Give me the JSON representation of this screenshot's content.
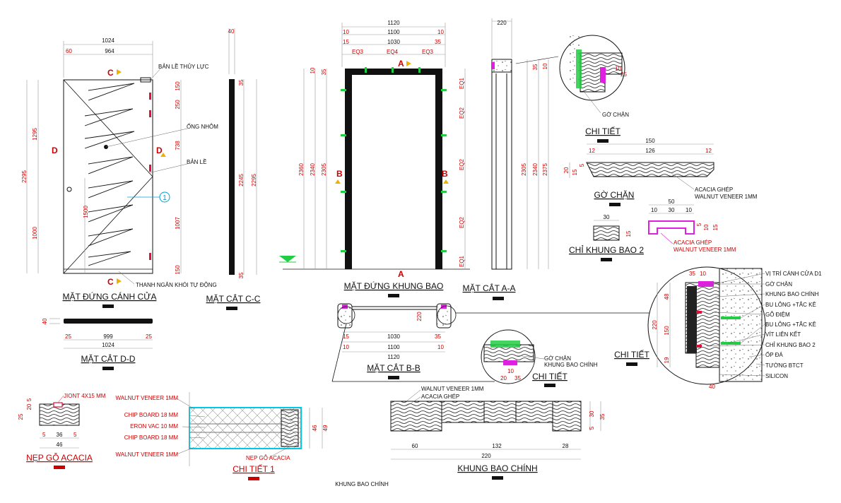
{
  "views": {
    "door_elevation": {
      "title": "MẶT ĐỨNG CÁNH CỬA",
      "top_dims": [
        "1024",
        "60",
        "964"
      ],
      "left_dims": [
        "2295",
        "1295",
        "1000",
        "1500"
      ],
      "right_dims": [
        "150",
        "250",
        "738",
        "1007",
        "150"
      ],
      "labels": [
        "BẢN LỀ THỦY LỰC",
        "ỐNG NHÔM",
        "BẢN LỀ",
        "THANH NGĂN KHÓI TỰ ĐỘNG"
      ],
      "markers": [
        "C",
        "D",
        "D",
        "C"
      ],
      "callout": "1"
    },
    "section_cc": {
      "title": "MẶT CẮT C-C",
      "dims": [
        "40",
        "35",
        "2245",
        "2295",
        "35"
      ]
    },
    "section_dd": {
      "title": "MẶT CẮT D-D",
      "dims": [
        "40",
        "25",
        "999",
        "25",
        "1024"
      ]
    },
    "frame_elevation": {
      "title": "MẶT ĐỨNG KHUNG BAO",
      "top_dims": [
        "1120",
        "10",
        "1100",
        "10",
        "15",
        "1030",
        "35",
        "EQ3",
        "EQ4",
        "EQ3"
      ],
      "left_dims": [
        "2360",
        "2340",
        "2305",
        "10",
        "35"
      ],
      "right_dims": [
        "EQ1",
        "EQ2",
        "EQ2",
        "EQ2",
        "EQ1"
      ],
      "markers": [
        "A",
        "B",
        "B",
        "A"
      ]
    },
    "section_aa": {
      "title": "MẶT CẮT A-A",
      "dims": [
        "220",
        "2305",
        "2340",
        "2375",
        "35",
        "10"
      ]
    },
    "section_bb": {
      "title": "MẶT CẮT B-B",
      "dims": [
        "1030",
        "15",
        "35",
        "1100",
        "10",
        "10",
        "1120",
        "220"
      ]
    },
    "detail_top": {
      "title": "CHI TIẾT",
      "label": "GỜ CHẶN",
      "dims": [
        "10",
        "25"
      ]
    },
    "go_chan": {
      "title": "GỜ CHẶN",
      "dims": [
        "150",
        "12",
        "126",
        "12",
        "20",
        "15",
        "5"
      ],
      "labels": [
        "ACACIA GHÉP",
        "WALNUT VENEER 1MM"
      ]
    },
    "chi_khung_bao": {
      "title": "CHỈ KHUNG BAO 2",
      "dims": [
        "30",
        "15",
        "50",
        "10",
        "30",
        "10",
        "5",
        "10",
        "15"
      ],
      "labels": [
        "ACACIA GHÉP",
        "WALNUT VENEER 1MM"
      ]
    },
    "detail_right": {
      "title": "CHI TIẾT",
      "labels": [
        "VỊ TRÍ CÁNH CỬA D1",
        "GỜ CHẶN",
        "KHUNG BAO CHÍNH",
        "BU LÔNG +TẮC KÊ",
        "GỖ ĐIỆM",
        "BU LÔNG +TẮC KÊ",
        "VÍT LIÊN KẾT",
        "CHỈ KHUNG BAO 2",
        "ỐP ĐÁ",
        "TƯỜNG BTCT",
        "SILICON"
      ],
      "dims": [
        "35",
        "10",
        "48",
        "220",
        "150",
        "19",
        "40"
      ]
    },
    "detail_mid": {
      "title": "CHI TIẾT",
      "labels": [
        "GỜ CHẶN",
        "KHUNG BAO CHÍNH"
      ],
      "dims": [
        "10",
        "20",
        "35"
      ]
    },
    "nep_go": {
      "title": "NẸP GỖ ACACIA",
      "label": "JIONT 4X15 MM",
      "dims": [
        "20",
        "5",
        "25",
        "5",
        "36",
        "5",
        "46"
      ]
    },
    "chi_tiet_1": {
      "title": "CHI TIẾT 1",
      "labels": [
        "WALNUT VENEER 1MM",
        "CHIP BOARD 18 MM",
        "ERON VAC 10 MM",
        "CHIP BOARD 18 MM",
        "WALNUT VENEER 1MM",
        "NẸP GỖ ACACIA"
      ],
      "dims": [
        "46",
        "49"
      ]
    },
    "khung_bao_chinh": {
      "title": "KHUNG BAO CHÍNH",
      "labels": [
        "WALNUT VENEER 1MM",
        "ACACIA GHÉP"
      ],
      "dims": [
        "60",
        "132",
        "28",
        "220",
        "30",
        "35",
        "5"
      ]
    },
    "footer_label": "KHUNG BAO CHÍNH"
  },
  "colors": {
    "dimension": "#cc0000",
    "callout": "#00a0d0",
    "highlight_green": "#22cc44",
    "highlight_magenta": "#e020e0",
    "marker": "#f0b000",
    "linework": "#111111"
  }
}
